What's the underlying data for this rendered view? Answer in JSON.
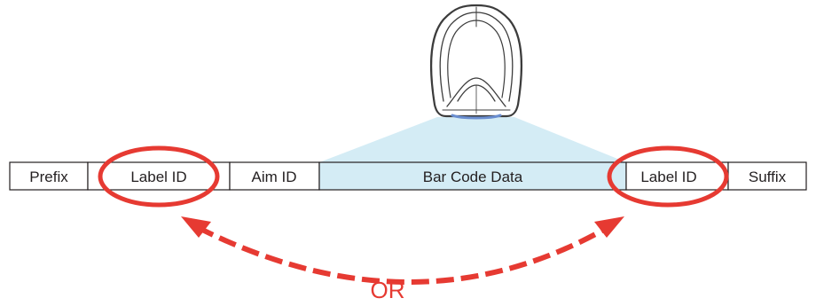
{
  "segments": [
    {
      "label": "Prefix",
      "highlight": false
    },
    {
      "label": "Label ID",
      "highlight": false
    },
    {
      "label": "Aim ID",
      "highlight": false
    },
    {
      "label": "Bar Code Data",
      "highlight": true
    },
    {
      "label": "Label ID",
      "highlight": false
    },
    {
      "label": "Suffix",
      "highlight": false
    }
  ],
  "connector_label": "OR",
  "colors": {
    "accent": "#e63a32",
    "beam": "#d4ecf5",
    "border": "#231f20",
    "text": "#231f20"
  },
  "icons": {
    "scanner": "barcode-scanner-icon",
    "arrow": "double-headed-dashed-arrow"
  }
}
